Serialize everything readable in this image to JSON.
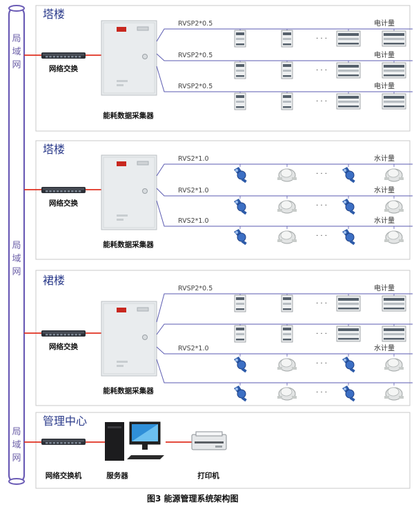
{
  "backbone": {
    "labels": [
      "局域网",
      "局域网",
      "局域网"
    ]
  },
  "sections": [
    {
      "title": "塔楼",
      "switch_label": "网络交换",
      "collector_label": "能耗数据采集器",
      "lines": [
        {
          "cable": "RVSP2*0.5",
          "meter": "电计量",
          "type": "elec"
        },
        {
          "cable": "RVSP2*0.5",
          "meter": "电计量",
          "type": "elec"
        },
        {
          "cable": "RVSP2*0.5",
          "meter": "电计量",
          "type": "elec"
        }
      ]
    },
    {
      "title": "塔楼",
      "switch_label": "网络交换",
      "collector_label": "能耗数据采集器",
      "lines": [
        {
          "cable": "RVS2*1.0",
          "meter": "水计量",
          "type": "water"
        },
        {
          "cable": "RVS2*1.0",
          "meter": "水计量",
          "type": "water"
        },
        {
          "cable": "RVS2*1.0",
          "meter": "水计量",
          "type": "water"
        }
      ]
    },
    {
      "title": "裙楼",
      "switch_label": "网络交换",
      "collector_label": "能耗数据采集器",
      "lines": [
        {
          "cable": "RVSP2*0.5",
          "meter": "电计量",
          "type": "elec"
        },
        {
          "cable": "",
          "meter": "",
          "type": "elec"
        },
        {
          "cable": "RVS2*1.0",
          "meter": "水计量",
          "type": "water"
        },
        {
          "cable": "",
          "meter": "",
          "type": "water"
        }
      ]
    }
  ],
  "center": {
    "title": "管理中心",
    "switch_label": "网络交换机",
    "server_label": "服务器",
    "printer_label": "打印机"
  },
  "ellipsis": "· · ·",
  "caption": "图3  能源管理系统架构图",
  "colors": {
    "backbone": "#6a5bb5",
    "bus_line": "#5a5ab0",
    "red_link": "#e03020",
    "frame": "#c8c8c8",
    "title": "#2a3a8a"
  }
}
